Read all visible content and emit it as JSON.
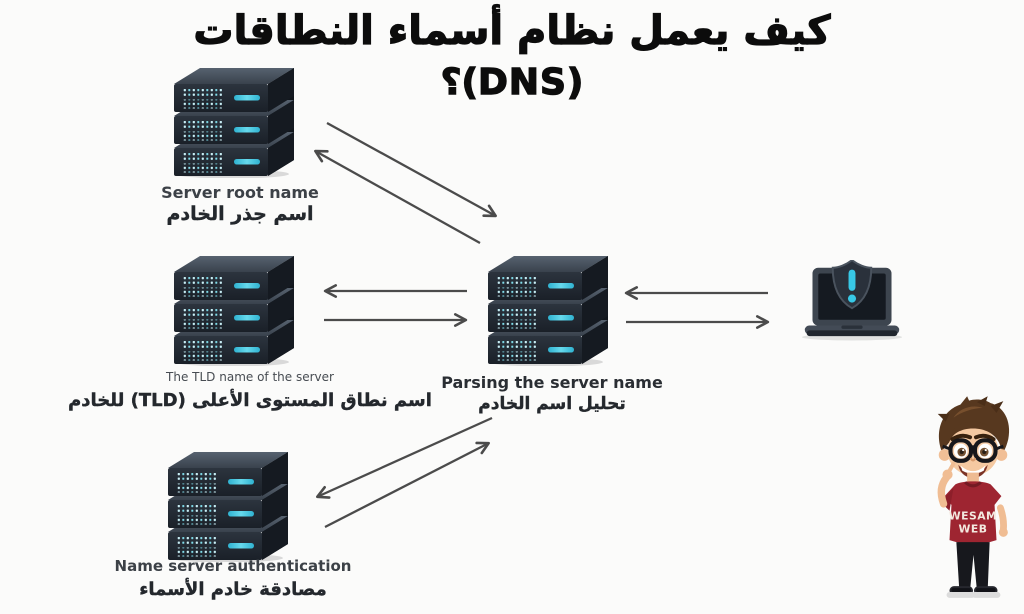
{
  "title": {
    "line1": "كيف يعمل نظام أسماء النطاقات",
    "line2": "؟(DNS)"
  },
  "nodes": {
    "root_server": {
      "label_en": "Server root name",
      "label_ar": "اسم جذر الخادم"
    },
    "tld_server": {
      "label_en": "The TLD name of the server",
      "label_ar": "اسم نطاق المستوى الأعلى (TLD) للخادم"
    },
    "auth_server": {
      "label_en": "Name server authentication",
      "label_ar": "مصادقة خادم الأسماء"
    },
    "resolver_server": {
      "label_en": "Parsing the server name",
      "label_ar": "تحليل اسم الخادم"
    }
  },
  "mascot": {
    "shirt_line1": "WESAM",
    "shirt_line2": "WEB"
  },
  "icons": {
    "server": "server-stack-icon",
    "client": "laptop-shield-alert-icon",
    "mascot": "wesam-web-mascot"
  },
  "colors": {
    "background": "#fbfbfa",
    "accent_cyan": "#3fc6e0",
    "arrow": "#4b4b4b",
    "title_text": "#0c0c0c",
    "server_body": "#232a33",
    "shirt_red": "#9e2531"
  }
}
